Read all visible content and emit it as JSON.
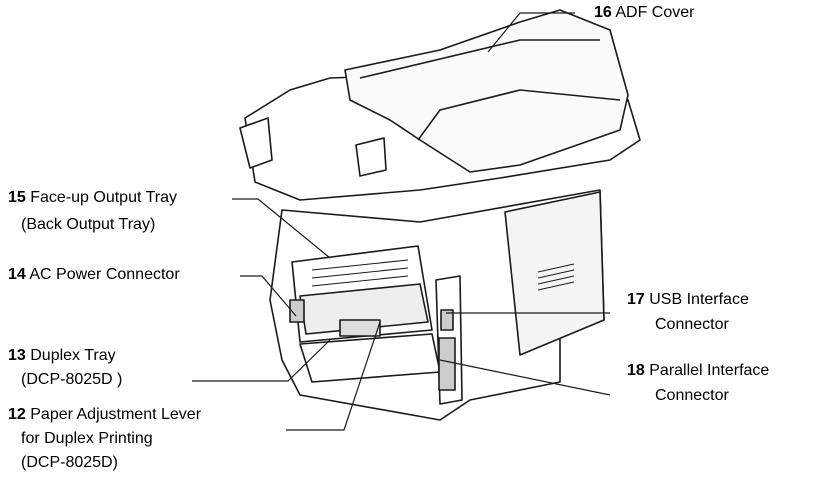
{
  "labels": {
    "adf_cover": {
      "num": "16",
      "text": "ADF Cover"
    },
    "face_up_tray": {
      "num": "15",
      "text": "Face-up Output Tray",
      "sub": "(Back Output Tray)"
    },
    "ac_power": {
      "num": "14",
      "text": "AC Power Connector"
    },
    "duplex_tray": {
      "num": "13",
      "text": "Duplex Tray",
      "sub": "(DCP-8025D )"
    },
    "paper_lever": {
      "num": "12",
      "text": "Paper Adjustment Lever",
      "sub": "for Duplex Printing",
      "sub2": "(DCP-8025D)"
    },
    "usb": {
      "num": "17",
      "text": "USB Interface",
      "sub": "Connector"
    },
    "parallel": {
      "num": "18",
      "text": "Parallel Interface",
      "sub": "Connector"
    }
  }
}
